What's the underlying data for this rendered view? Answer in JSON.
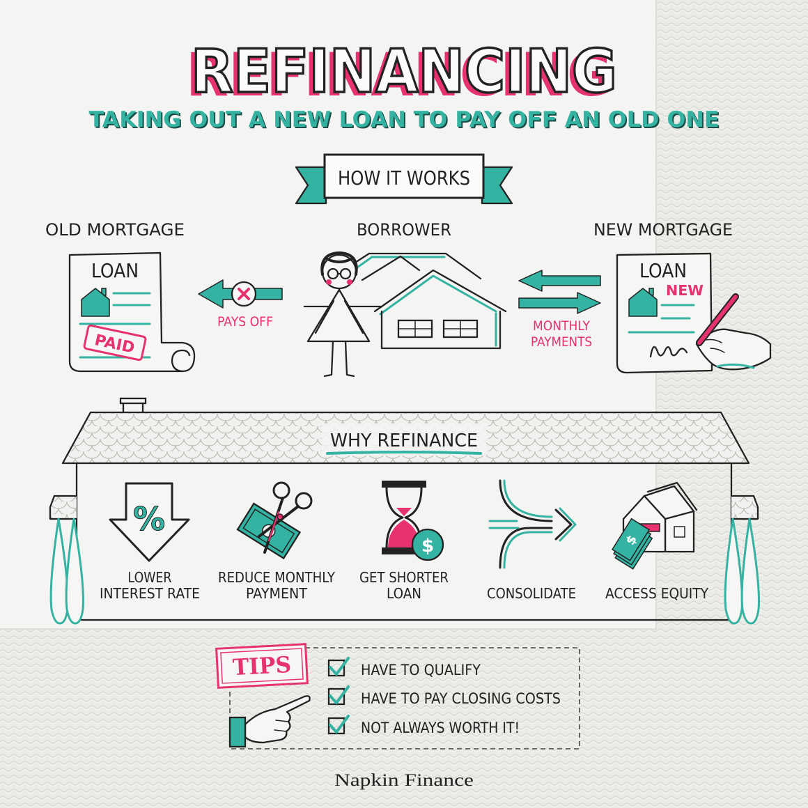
{
  "title": "REFINANCING",
  "subtitle": "TAKING OUT A NEW LOAN TO PAY OFF AN OLD ONE",
  "how_it_works": {
    "banner": "HOW IT WORKS",
    "old_mortgage": {
      "label": "OLD MORTGAGE",
      "doc_title": "LOAN",
      "stamp": "PAID"
    },
    "pays_off": "PAYS OFF",
    "borrower": {
      "label": "BORROWER"
    },
    "monthly_payments": [
      "MONTHLY",
      "PAYMENTS"
    ],
    "new_mortgage": {
      "label": "NEW MORTGAGE",
      "doc_title": "LOAN",
      "badge": "NEW"
    }
  },
  "why_refinance": {
    "heading": "WHY REFINANCE",
    "reasons": [
      {
        "lines": [
          "LOWER",
          "INTEREST RATE"
        ],
        "icon": "percent-down-arrow-icon",
        "symbol": "%"
      },
      {
        "lines": [
          "REDUCE MONTHLY",
          "PAYMENT"
        ],
        "icon": "scissors-cutting-money-icon"
      },
      {
        "lines": [
          "GET SHORTER",
          "LOAN"
        ],
        "icon": "hourglass-dollar-icon",
        "symbol": "$"
      },
      {
        "lines": [
          "CONSOLIDATE"
        ],
        "icon": "merging-arrows-icon"
      },
      {
        "lines": [
          "ACCESS EQUITY"
        ],
        "icon": "house-cash-icon",
        "symbol": "$"
      }
    ]
  },
  "tips": {
    "stamp": "TIPS",
    "items": [
      "HAVE TO QUALIFY",
      "HAVE TO PAY CLOSING COSTS",
      "NOT ALWAYS WORTH IT!"
    ]
  },
  "brand": "Napkin Finance",
  "colors": {
    "teal": "#35b3a2",
    "pink": "#e6336f",
    "ink": "#222222",
    "paper": "#f6f6f4"
  }
}
